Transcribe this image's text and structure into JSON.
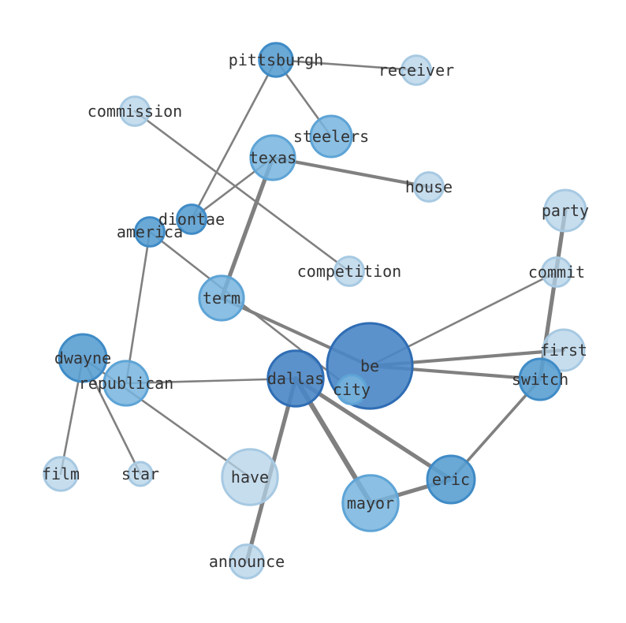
{
  "graph": {
    "nodes": [
      {
        "id": "pittsburgh",
        "label": "pittsburgh",
        "weight": 2,
        "level": 3
      },
      {
        "id": "receiver",
        "label": "receiver",
        "weight": 1.5,
        "level": 1
      },
      {
        "id": "commission",
        "label": "commission",
        "weight": 1.5,
        "level": 1
      },
      {
        "id": "steelers",
        "label": "steelers",
        "weight": 3,
        "level": 2
      },
      {
        "id": "texas",
        "label": "texas",
        "weight": 3.5,
        "level": 2
      },
      {
        "id": "house",
        "label": "house",
        "weight": 1.5,
        "level": 1
      },
      {
        "id": "party",
        "label": "party",
        "weight": 3,
        "level": 1
      },
      {
        "id": "diontae",
        "label": "diontae",
        "weight": 1.5,
        "level": 3
      },
      {
        "id": "america",
        "label": "america",
        "weight": 1.5,
        "level": 3
      },
      {
        "id": "competition",
        "label": "competition",
        "weight": 1.5,
        "level": 1
      },
      {
        "id": "commit",
        "label": "commit",
        "weight": 1.5,
        "level": 1
      },
      {
        "id": "term",
        "label": "term",
        "weight": 3.5,
        "level": 2
      },
      {
        "id": "dwayne",
        "label": "dwayne",
        "weight": 4,
        "level": 3
      },
      {
        "id": "first",
        "label": "first",
        "weight": 3,
        "level": 1
      },
      {
        "id": "be",
        "label": "be",
        "weight": 13,
        "level": 4
      },
      {
        "id": "republican",
        "label": "republican",
        "weight": 3.5,
        "level": 2
      },
      {
        "id": "dallas",
        "label": "dallas",
        "weight": 5.5,
        "level": 4
      },
      {
        "id": "city",
        "label": "city",
        "weight": 1.5,
        "level": 2
      },
      {
        "id": "switch",
        "label": "switch",
        "weight": 3,
        "level": 3
      },
      {
        "id": "film",
        "label": "film",
        "weight": 2,
        "level": 1
      },
      {
        "id": "star",
        "label": "star",
        "weight": 1,
        "level": 1
      },
      {
        "id": "have",
        "label": "have",
        "weight": 5.5,
        "level": 1
      },
      {
        "id": "eric",
        "label": "eric",
        "weight": 4,
        "level": 3
      },
      {
        "id": "mayor",
        "label": "mayor",
        "weight": 5.5,
        "level": 2
      },
      {
        "id": "announce",
        "label": "announce",
        "weight": 2,
        "level": 1
      }
    ],
    "edges": [
      {
        "source": "pittsburgh",
        "target": "receiver",
        "weight": 1
      },
      {
        "source": "pittsburgh",
        "target": "steelers",
        "weight": 1
      },
      {
        "source": "pittsburgh",
        "target": "diontae",
        "weight": 1
      },
      {
        "source": "commission",
        "target": "competition",
        "weight": 1
      },
      {
        "source": "texas",
        "target": "house",
        "weight": 1.6
      },
      {
        "source": "texas",
        "target": "diontae",
        "weight": 1
      },
      {
        "source": "texas",
        "target": "term",
        "weight": 2
      },
      {
        "source": "party",
        "target": "switch",
        "weight": 2
      },
      {
        "source": "america",
        "target": "city",
        "weight": 1
      },
      {
        "source": "america",
        "target": "republican",
        "weight": 1
      },
      {
        "source": "term",
        "target": "be",
        "weight": 1.6
      },
      {
        "source": "commit",
        "target": "be",
        "weight": 1
      },
      {
        "source": "first",
        "target": "be",
        "weight": 1.6
      },
      {
        "source": "be",
        "target": "switch",
        "weight": 1.6
      },
      {
        "source": "dwayne",
        "target": "film",
        "weight": 1
      },
      {
        "source": "dwayne",
        "target": "star",
        "weight": 1
      },
      {
        "source": "dwayne",
        "target": "have",
        "weight": 1
      },
      {
        "source": "republican",
        "target": "dallas",
        "weight": 1
      },
      {
        "source": "dallas",
        "target": "mayor",
        "weight": 2.4
      },
      {
        "source": "dallas",
        "target": "eric",
        "weight": 2
      },
      {
        "source": "dallas",
        "target": "announce",
        "weight": 2
      },
      {
        "source": "mayor",
        "target": "eric",
        "weight": 2
      },
      {
        "source": "eric",
        "target": "switch",
        "weight": 1.4
      }
    ],
    "colors": {
      "1": "#b3d1e8",
      "2": "#77b4de",
      "3": "#5a9fd1",
      "4": "#4a86c5",
      "edge": "#808080"
    }
  }
}
